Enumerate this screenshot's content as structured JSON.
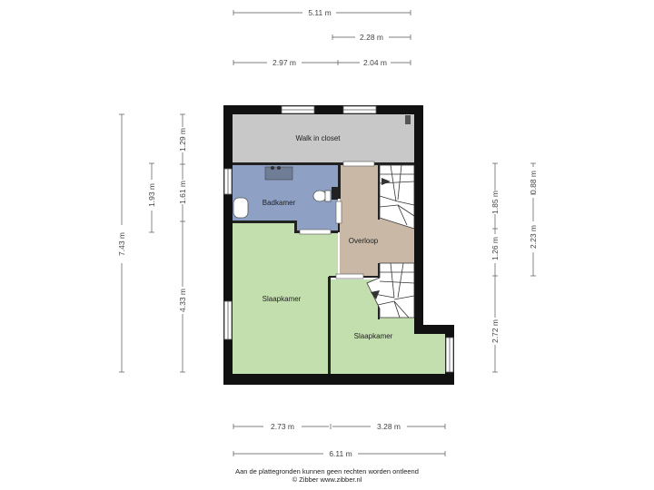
{
  "dimensions": {
    "top_total": "5.11 m",
    "top_right_small": "2.28 m",
    "top_left": "2.97 m",
    "top_right": "2.04 m",
    "left_total": "7.43 m",
    "left_upper": "1.93 m",
    "left_walk": "1.29 m",
    "left_bath": "1.61 m",
    "left_lower": "4.33 m",
    "right_upper": "1.85 m",
    "right_closet": "0.88 m",
    "right_middle": "2.23 m",
    "right_stair": "1.26 m",
    "right_lower": "2.72 m",
    "bottom_left": "2.73 m",
    "bottom_right": "3.28 m",
    "bottom_total": "6.11 m"
  },
  "rooms": {
    "walk_in_closet": "Walk in closet",
    "badkamer": "Badkamer",
    "overloop": "Overloop",
    "slaapkamer_left": "Slaapkamer",
    "slaapkamer_right": "Slaapkamer"
  },
  "colors": {
    "closet": "#c8c8c8",
    "bathroom": "#8ea0c4",
    "landing": "#c9b8a6",
    "bedroom": "#c4dfae",
    "wall": "#111111"
  },
  "footer": {
    "disclaimer": "Aan de plattegronden kunnen geen rechten worden ontleend",
    "credit": "© Zibber www.zibber.nl"
  }
}
